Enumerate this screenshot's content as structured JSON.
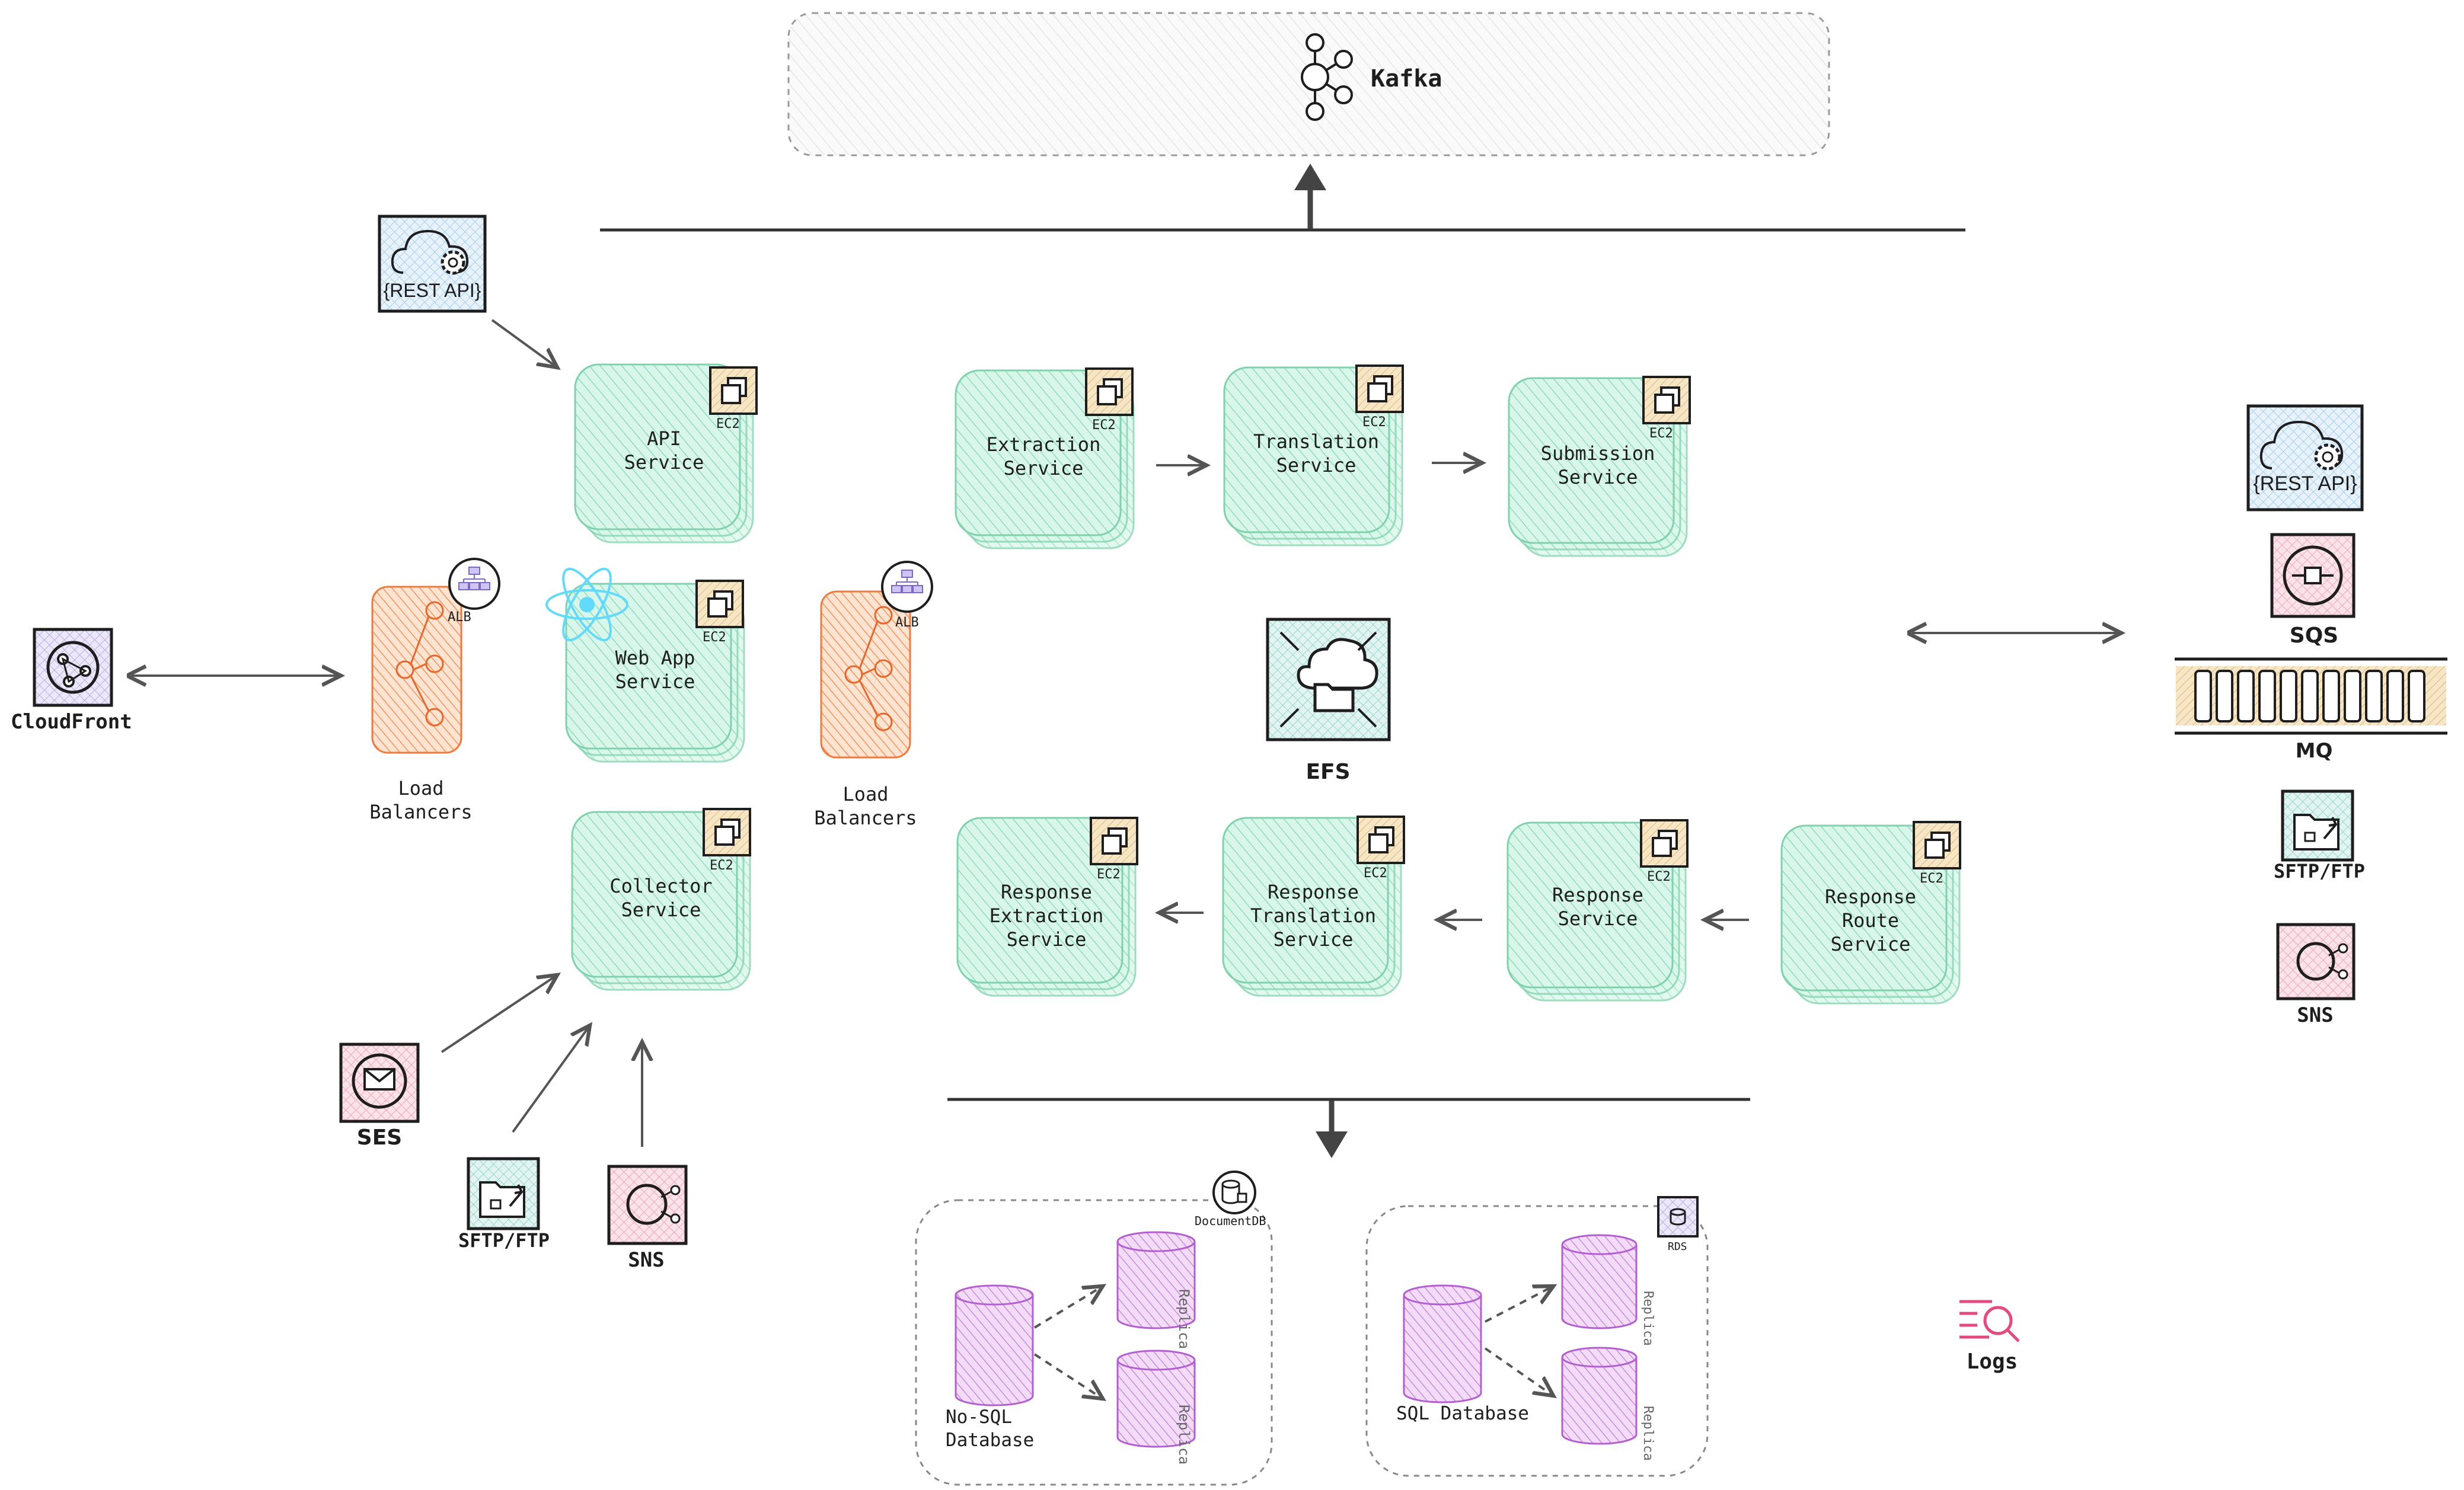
{
  "colors": {
    "service_fill": "#b2f2d9",
    "service_stroke": "#6cc49e",
    "lb_fill": "#ffc9a6",
    "lb_stroke": "#f07a3c",
    "db_fill": "#e6b9f0",
    "db_stroke": "#b45fd1",
    "ec2_fill": "#f5deb3",
    "react": "#61dafb",
    "logs": "#e64980"
  },
  "kafka": {
    "label": "Kafka",
    "icon": "kafka-icon"
  },
  "services": {
    "api": "API\nService",
    "webapp": "Web App\nService",
    "collector": "Collector\nService",
    "extraction": "Extraction\nService",
    "translation": "Translation\nService",
    "submission": "Submission\nService",
    "resp_extraction": "Response\nExtraction\nService",
    "resp_translation": "Response\nTranslation\nService",
    "resp_service": "Response\nService",
    "resp_route": "Response\nRoute\nService"
  },
  "badges": {
    "ec2": "EC2",
    "alb": "ALB",
    "documentdb": "DocumentDB",
    "rds": "RDS"
  },
  "left": {
    "cloudfront": "CloudFront",
    "load_balancers": "Load\nBalancers",
    "rest_api": "{REST API}",
    "ses": "SES",
    "sftp": "SFTP/FTP",
    "sns": "SNS"
  },
  "right": {
    "rest_api": "{REST API}",
    "sqs": "SQS",
    "mq": "MQ",
    "sftp": "SFTP/FTP",
    "sns": "SNS"
  },
  "center": {
    "efs": "EFS"
  },
  "databases": {
    "nosql": "No-SQL\nDatabase",
    "sql": "SQL Database",
    "replica": "Replica"
  },
  "logs": "Logs"
}
